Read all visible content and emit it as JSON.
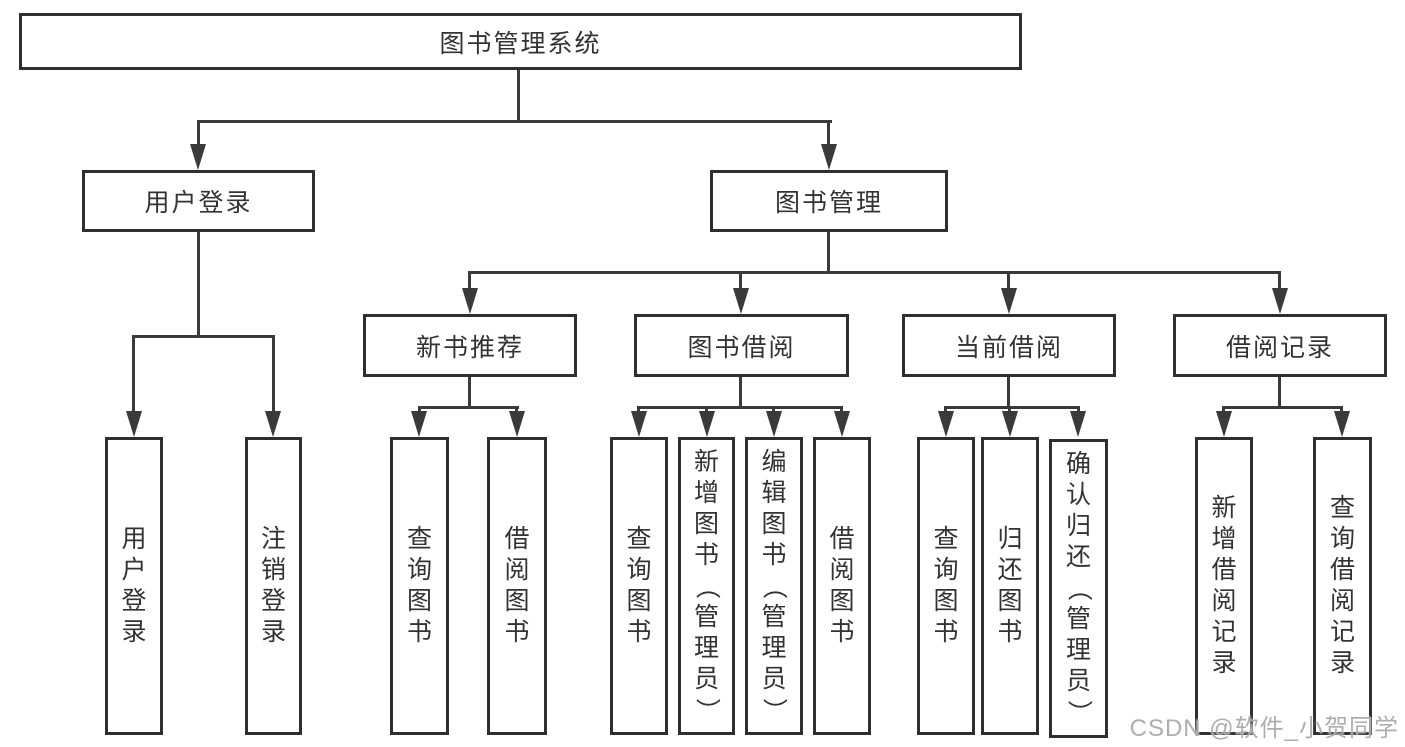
{
  "nodes": {
    "root": {
      "label": "图书管理系统"
    },
    "user_login": {
      "label": "用户登录"
    },
    "book_mgmt": {
      "label": "图书管理"
    },
    "new_book_rec": {
      "label": "新书推荐"
    },
    "book_borrow": {
      "label": "图书借阅"
    },
    "current_borrow": {
      "label": "当前借阅"
    },
    "borrow_records": {
      "label": "借阅记录"
    },
    "leaves": {
      "ul_login": {
        "label": "用户登录"
      },
      "ul_logout": {
        "label": "注销登录"
      },
      "nb_query": {
        "label": "查询图书"
      },
      "nb_borrow": {
        "label": "借阅图书"
      },
      "bb_query": {
        "label": "查询图书"
      },
      "bb_add": {
        "label": "新增图书（管理员）"
      },
      "bb_edit": {
        "label": "编辑图书（管理员）"
      },
      "bb_borrow": {
        "label": "借阅图书"
      },
      "cb_query": {
        "label": "查询图书"
      },
      "cb_return": {
        "label": "归还图书"
      },
      "cb_confirm": {
        "label": "确认归还（管理员）"
      },
      "br_add": {
        "label": "新增借阅记录"
      },
      "br_query": {
        "label": "查询借阅记录"
      }
    }
  },
  "tree": {
    "图书管理系统": {
      "用户登录": [
        "用户登录",
        "注销登录"
      ],
      "图书管理": {
        "新书推荐": [
          "查询图书",
          "借阅图书"
        ],
        "图书借阅": [
          "查询图书",
          "新增图书（管理员）",
          "编辑图书（管理员）",
          "借阅图书"
        ],
        "当前借阅": [
          "查询图书",
          "归还图书",
          "确认归还（管理员）"
        ],
        "借阅记录": [
          "新增借阅记录",
          "查询借阅记录"
        ]
      }
    }
  },
  "watermark": {
    "text": "CSDN @软件_小贺同学",
    "color": "#a5a5a5"
  },
  "colors": {
    "background": "#ffffff",
    "box_fill": "#ffffff",
    "box_border": "#2f2f2f",
    "line": "#3a3a3a",
    "text": "#333333"
  }
}
